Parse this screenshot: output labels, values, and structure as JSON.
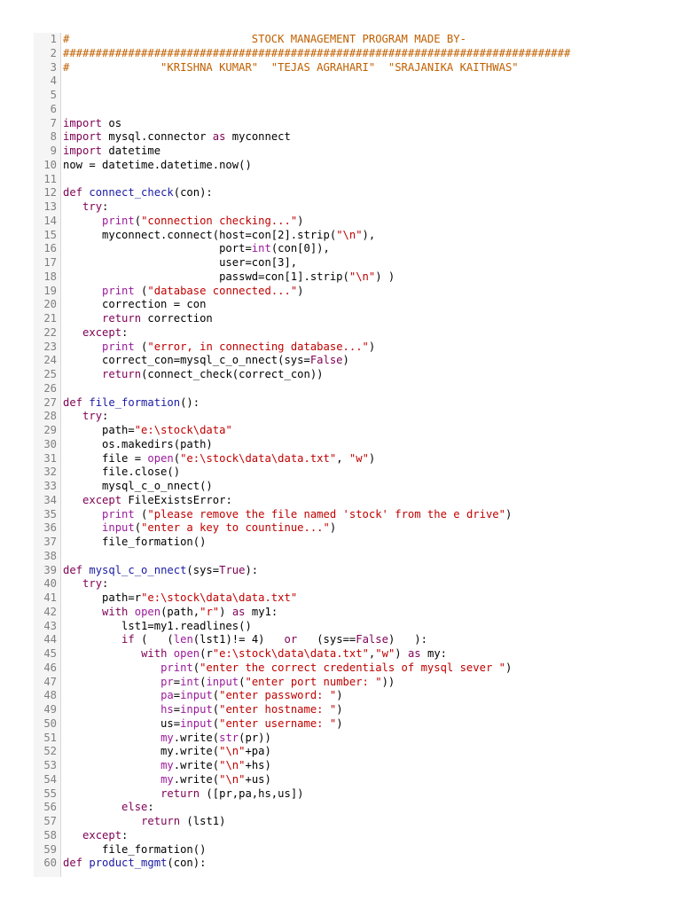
{
  "colors": {
    "keyword": "#7f0055",
    "builtin": "#9a1a9a",
    "string": "#c00000",
    "comment": "#c06000",
    "function_name": "#1a1aa6",
    "line_number": "#808080"
  },
  "lines": [
    {
      "n": "1",
      "tokens": [
        [
          "cmt",
          "#                            STOCK MANAGEMENT PROGRAM MADE BY-"
        ]
      ]
    },
    {
      "n": "2",
      "tokens": [
        [
          "cmt",
          "##############################################################################"
        ]
      ]
    },
    {
      "n": "3",
      "tokens": [
        [
          "cmt",
          "#              \"KRISHNA KUMAR\"  \"TEJAS AGRAHARI\"  \"SRAJANIKA KAITHWAS\""
        ]
      ]
    },
    {
      "n": "4",
      "tokens": []
    },
    {
      "n": "5",
      "tokens": []
    },
    {
      "n": "6",
      "tokens": []
    },
    {
      "n": "7",
      "tokens": [
        [
          "kw",
          "import"
        ],
        [
          "plain",
          " os"
        ]
      ]
    },
    {
      "n": "8",
      "tokens": [
        [
          "kw",
          "import"
        ],
        [
          "plain",
          " mysql.connector "
        ],
        [
          "kw",
          "as"
        ],
        [
          "plain",
          " myconnect"
        ]
      ]
    },
    {
      "n": "9",
      "tokens": [
        [
          "kw",
          "import"
        ],
        [
          "plain",
          " datetime"
        ]
      ]
    },
    {
      "n": "10",
      "tokens": [
        [
          "plain",
          "now = datetime.datetime.now()"
        ]
      ]
    },
    {
      "n": "11",
      "tokens": []
    },
    {
      "n": "12",
      "tokens": [
        [
          "kw",
          "def"
        ],
        [
          "plain",
          " "
        ],
        [
          "fn",
          "connect_check"
        ],
        [
          "plain",
          "(con):"
        ]
      ]
    },
    {
      "n": "13",
      "tokens": [
        [
          "plain",
          "   "
        ],
        [
          "kw",
          "try"
        ],
        [
          "plain",
          ":"
        ]
      ]
    },
    {
      "n": "14",
      "tokens": [
        [
          "plain",
          "      "
        ],
        [
          "kw2",
          "print"
        ],
        [
          "plain",
          "("
        ],
        [
          "str",
          "\"connection checking...\""
        ],
        [
          "plain",
          ")"
        ]
      ]
    },
    {
      "n": "15",
      "tokens": [
        [
          "plain",
          "      myconnect.connect(host=con[2].strip("
        ],
        [
          "str",
          "\"\\n\""
        ],
        [
          "plain",
          "),"
        ]
      ]
    },
    {
      "n": "16",
      "tokens": [
        [
          "plain",
          "                        port="
        ],
        [
          "kw2",
          "int"
        ],
        [
          "plain",
          "(con[0]),"
        ]
      ]
    },
    {
      "n": "17",
      "tokens": [
        [
          "plain",
          "                        user=con[3],"
        ]
      ]
    },
    {
      "n": "18",
      "tokens": [
        [
          "plain",
          "                        passwd=con[1].strip("
        ],
        [
          "str",
          "\"\\n\""
        ],
        [
          "plain",
          ") )"
        ]
      ]
    },
    {
      "n": "19",
      "tokens": [
        [
          "plain",
          "      "
        ],
        [
          "kw2",
          "print"
        ],
        [
          "plain",
          " ("
        ],
        [
          "str",
          "\"database connected...\""
        ],
        [
          "plain",
          ")"
        ]
      ]
    },
    {
      "n": "20",
      "tokens": [
        [
          "plain",
          "      correction = con"
        ]
      ]
    },
    {
      "n": "21",
      "tokens": [
        [
          "plain",
          "      "
        ],
        [
          "kw",
          "return"
        ],
        [
          "plain",
          " correction"
        ]
      ]
    },
    {
      "n": "22",
      "tokens": [
        [
          "plain",
          "   "
        ],
        [
          "kw",
          "except"
        ],
        [
          "plain",
          ":"
        ]
      ]
    },
    {
      "n": "23",
      "tokens": [
        [
          "plain",
          "      "
        ],
        [
          "kw2",
          "print"
        ],
        [
          "plain",
          " ("
        ],
        [
          "str",
          "\"error, in connecting database...\""
        ],
        [
          "plain",
          ")"
        ]
      ]
    },
    {
      "n": "24",
      "tokens": [
        [
          "plain",
          "      correct_con=mysql_c_o_nnect(sys="
        ],
        [
          "kw",
          "False"
        ],
        [
          "plain",
          ")"
        ]
      ]
    },
    {
      "n": "25",
      "tokens": [
        [
          "plain",
          "      "
        ],
        [
          "kw",
          "return"
        ],
        [
          "plain",
          "(connect_check(correct_con))"
        ]
      ]
    },
    {
      "n": "26",
      "tokens": []
    },
    {
      "n": "27",
      "tokens": [
        [
          "kw",
          "def"
        ],
        [
          "plain",
          " "
        ],
        [
          "fn",
          "file_formation"
        ],
        [
          "plain",
          "():"
        ]
      ]
    },
    {
      "n": "28",
      "tokens": [
        [
          "plain",
          "   "
        ],
        [
          "kw",
          "try"
        ],
        [
          "plain",
          ":"
        ]
      ]
    },
    {
      "n": "29",
      "tokens": [
        [
          "plain",
          "      path="
        ],
        [
          "str",
          "\"e:\\stock\\data\""
        ]
      ]
    },
    {
      "n": "30",
      "tokens": [
        [
          "plain",
          "      os.makedirs(path)"
        ]
      ]
    },
    {
      "n": "31",
      "tokens": [
        [
          "plain",
          "      file = "
        ],
        [
          "kw2",
          "open"
        ],
        [
          "plain",
          "("
        ],
        [
          "str",
          "\"e:\\stock\\data\\data.txt\""
        ],
        [
          "plain",
          ", "
        ],
        [
          "str",
          "\"w\""
        ],
        [
          "plain",
          ")"
        ]
      ]
    },
    {
      "n": "32",
      "tokens": [
        [
          "plain",
          "      file.close()"
        ]
      ]
    },
    {
      "n": "33",
      "tokens": [
        [
          "plain",
          "      mysql_c_o_nnect()"
        ]
      ]
    },
    {
      "n": "34",
      "tokens": [
        [
          "plain",
          "   "
        ],
        [
          "kw",
          "except"
        ],
        [
          "plain",
          " FileExistsError:"
        ]
      ]
    },
    {
      "n": "35",
      "tokens": [
        [
          "plain",
          "      "
        ],
        [
          "kw2",
          "print"
        ],
        [
          "plain",
          " ("
        ],
        [
          "str",
          "\"please remove the file named 'stock' from the e drive\""
        ],
        [
          "plain",
          ")"
        ]
      ]
    },
    {
      "n": "36",
      "tokens": [
        [
          "plain",
          "      "
        ],
        [
          "kw2",
          "input"
        ],
        [
          "plain",
          "("
        ],
        [
          "str",
          "\"enter a key to countinue...\""
        ],
        [
          "plain",
          ")"
        ]
      ]
    },
    {
      "n": "37",
      "tokens": [
        [
          "plain",
          "      file_formation()"
        ]
      ]
    },
    {
      "n": "38",
      "tokens": []
    },
    {
      "n": "39",
      "tokens": [
        [
          "kw",
          "def"
        ],
        [
          "plain",
          " "
        ],
        [
          "fn",
          "mysql_c_o_nnect"
        ],
        [
          "plain",
          "(sys="
        ],
        [
          "kw",
          "True"
        ],
        [
          "plain",
          "):"
        ]
      ]
    },
    {
      "n": "40",
      "tokens": [
        [
          "plain",
          "   "
        ],
        [
          "kw",
          "try"
        ],
        [
          "plain",
          ":"
        ]
      ]
    },
    {
      "n": "41",
      "tokens": [
        [
          "plain",
          "      path=r"
        ],
        [
          "str",
          "\"e:\\stock\\data\\data.txt\""
        ]
      ]
    },
    {
      "n": "42",
      "tokens": [
        [
          "plain",
          "      "
        ],
        [
          "kw",
          "with"
        ],
        [
          "plain",
          " "
        ],
        [
          "kw2",
          "open"
        ],
        [
          "plain",
          "(path,"
        ],
        [
          "str",
          "\"r\""
        ],
        [
          "plain",
          ") "
        ],
        [
          "kw",
          "as"
        ],
        [
          "plain",
          " my1:"
        ]
      ]
    },
    {
      "n": "43",
      "tokens": [
        [
          "plain",
          "         lst1=my1.readlines()"
        ]
      ]
    },
    {
      "n": "44",
      "tokens": [
        [
          "plain",
          "         "
        ],
        [
          "kw",
          "if"
        ],
        [
          "plain",
          " (   ("
        ],
        [
          "kw2",
          "len"
        ],
        [
          "plain",
          "(lst1)!= 4)   "
        ],
        [
          "kw",
          "or"
        ],
        [
          "plain",
          "   (sys=="
        ],
        [
          "kw",
          "False"
        ],
        [
          "plain",
          ")   ):"
        ]
      ]
    },
    {
      "n": "45",
      "tokens": [
        [
          "plain",
          "            "
        ],
        [
          "kw",
          "with"
        ],
        [
          "plain",
          " "
        ],
        [
          "kw2",
          "open"
        ],
        [
          "plain",
          "(r"
        ],
        [
          "str",
          "\"e:\\stock\\data\\data.txt\""
        ],
        [
          "plain",
          ","
        ],
        [
          "str",
          "\"w\""
        ],
        [
          "plain",
          ") "
        ],
        [
          "kw",
          "as"
        ],
        [
          "plain",
          " my:"
        ]
      ]
    },
    {
      "n": "46",
      "tokens": [
        [
          "plain",
          "               "
        ],
        [
          "kw2",
          "print"
        ],
        [
          "plain",
          "("
        ],
        [
          "str",
          "\"enter the correct credentials of mysql sever \""
        ],
        [
          "plain",
          ")"
        ]
      ]
    },
    {
      "n": "47",
      "tokens": [
        [
          "plain",
          "               "
        ],
        [
          "kw2",
          "pr"
        ],
        [
          "plain",
          "="
        ],
        [
          "kw2",
          "int"
        ],
        [
          "plain",
          "("
        ],
        [
          "kw2",
          "input"
        ],
        [
          "plain",
          "("
        ],
        [
          "str",
          "\"enter port number: \""
        ],
        [
          "plain",
          "))"
        ]
      ]
    },
    {
      "n": "48",
      "tokens": [
        [
          "plain",
          "               "
        ],
        [
          "kw2",
          "pa"
        ],
        [
          "plain",
          "="
        ],
        [
          "kw2",
          "input"
        ],
        [
          "plain",
          "("
        ],
        [
          "str",
          "\"enter password: \""
        ],
        [
          "plain",
          ")"
        ]
      ]
    },
    {
      "n": "49",
      "tokens": [
        [
          "plain",
          "               "
        ],
        [
          "kw2",
          "hs"
        ],
        [
          "plain",
          "="
        ],
        [
          "kw2",
          "input"
        ],
        [
          "plain",
          "("
        ],
        [
          "str",
          "\"enter hostname: \""
        ],
        [
          "plain",
          ")"
        ]
      ]
    },
    {
      "n": "50",
      "tokens": [
        [
          "plain",
          "               us="
        ],
        [
          "kw2",
          "input"
        ],
        [
          "plain",
          "("
        ],
        [
          "str",
          "\"enter username: \""
        ],
        [
          "plain",
          ")"
        ]
      ]
    },
    {
      "n": "51",
      "tokens": [
        [
          "plain",
          "               "
        ],
        [
          "kw2",
          "my"
        ],
        [
          "plain",
          ".write("
        ],
        [
          "kw2",
          "str"
        ],
        [
          "plain",
          "(pr))"
        ]
      ]
    },
    {
      "n": "52",
      "tokens": [
        [
          "plain",
          "               my.write("
        ],
        [
          "str",
          "\"\\n\""
        ],
        [
          "plain",
          "+pa)"
        ]
      ]
    },
    {
      "n": "53",
      "tokens": [
        [
          "plain",
          "               "
        ],
        [
          "kw2",
          "my"
        ],
        [
          "plain",
          ".write("
        ],
        [
          "str",
          "\"\\n\""
        ],
        [
          "plain",
          "+hs)"
        ]
      ]
    },
    {
      "n": "54",
      "tokens": [
        [
          "plain",
          "               "
        ],
        [
          "kw2",
          "my"
        ],
        [
          "plain",
          ".write("
        ],
        [
          "str",
          "\"\\n\""
        ],
        [
          "plain",
          "+us)"
        ]
      ]
    },
    {
      "n": "55",
      "tokens": [
        [
          "plain",
          "               "
        ],
        [
          "kw",
          "return"
        ],
        [
          "plain",
          " ([pr,pa,hs,us])"
        ]
      ]
    },
    {
      "n": "56",
      "tokens": [
        [
          "plain",
          "         "
        ],
        [
          "kw",
          "else"
        ],
        [
          "plain",
          ":"
        ]
      ]
    },
    {
      "n": "57",
      "tokens": [
        [
          "plain",
          "            "
        ],
        [
          "kw",
          "return"
        ],
        [
          "plain",
          " (lst1)"
        ]
      ]
    },
    {
      "n": "58",
      "tokens": [
        [
          "plain",
          "   "
        ],
        [
          "kw",
          "except"
        ],
        [
          "plain",
          ":"
        ]
      ]
    },
    {
      "n": "59",
      "tokens": [
        [
          "plain",
          "      file_formation()"
        ]
      ]
    },
    {
      "n": "60",
      "tokens": [
        [
          "kw",
          "def"
        ],
        [
          "plain",
          " "
        ],
        [
          "fn",
          "product_mgmt"
        ],
        [
          "plain",
          "(con):"
        ]
      ]
    }
  ]
}
